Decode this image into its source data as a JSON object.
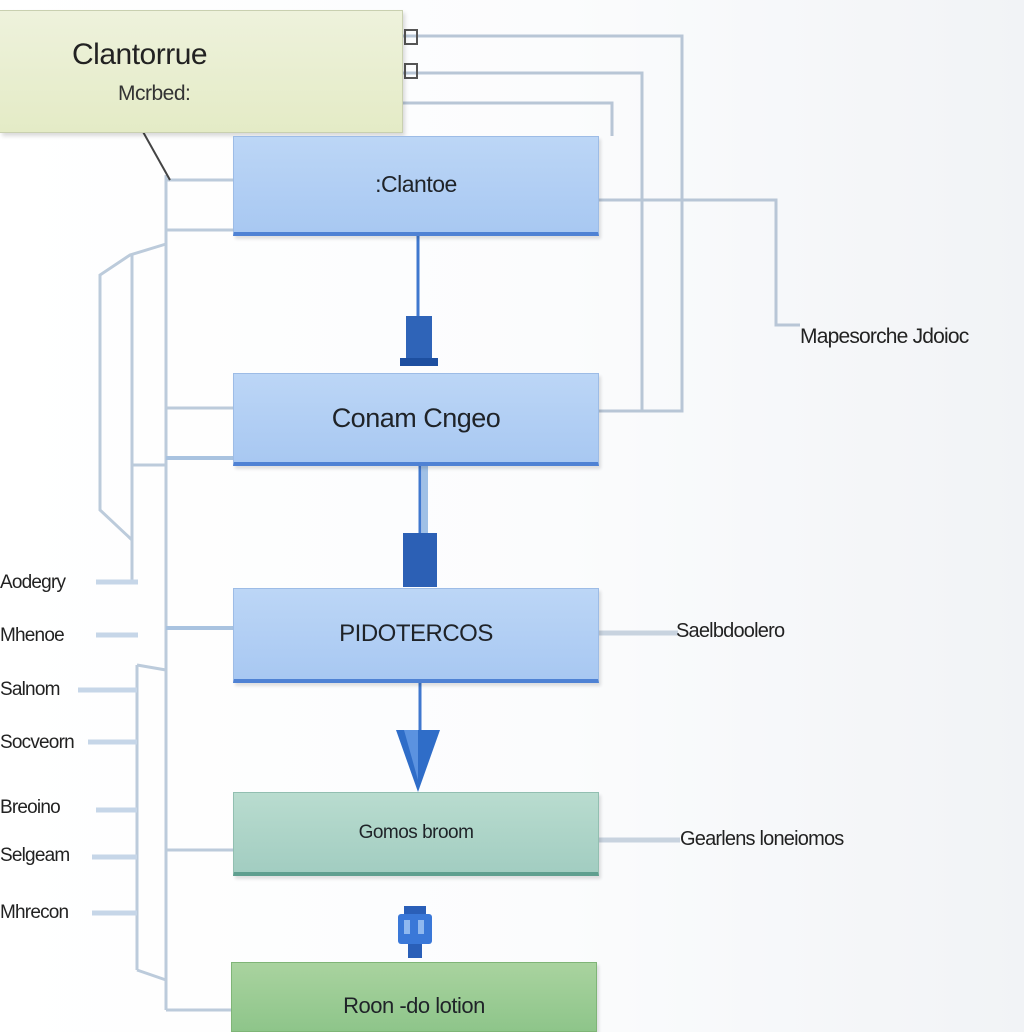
{
  "header": {
    "title": "Clantorrue",
    "subtitle": "Mcrbed:"
  },
  "boxes": {
    "b1": ":Clantoe",
    "b2": "Conam Cngeo",
    "b3": "PIDOTERCOS",
    "b4": "Gomos broom",
    "b5": "Roon -do lotion"
  },
  "right_labels": {
    "r1": "Mapesorche Jdoioc",
    "r2": "Saelbdoolero",
    "r3": "Gearlens loneiomos"
  },
  "left_labels": [
    "Aodegry",
    "Mhenoe",
    "Salnom",
    "Socveorn",
    "Breoino",
    "Selgeam",
    "Mhrecon"
  ],
  "colors": {
    "accent": "#4f82d4",
    "box_blue": "#a8c8f2",
    "box_teal": "#a2cdc1",
    "box_green": "#8ec58a",
    "header_bg": "#e4ebc6"
  }
}
